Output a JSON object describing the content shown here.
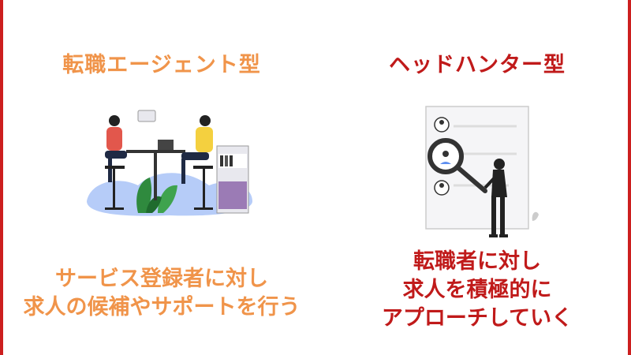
{
  "left": {
    "heading": "転職エージェント型",
    "description": [
      "サービス登録者に対し",
      "求人の候補やサポートを行う"
    ]
  },
  "right": {
    "heading": "ヘッドハンター型",
    "description": [
      "転職者に対し",
      "求人を積極的に",
      "アプローチしていく"
    ]
  },
  "colors": {
    "accent_orange": "#f0944a",
    "accent_red": "#c01a1a",
    "frame": "#cc1f1f"
  },
  "icons": [
    "meeting-illustration",
    "headhunter-magnifier-illustration"
  ]
}
